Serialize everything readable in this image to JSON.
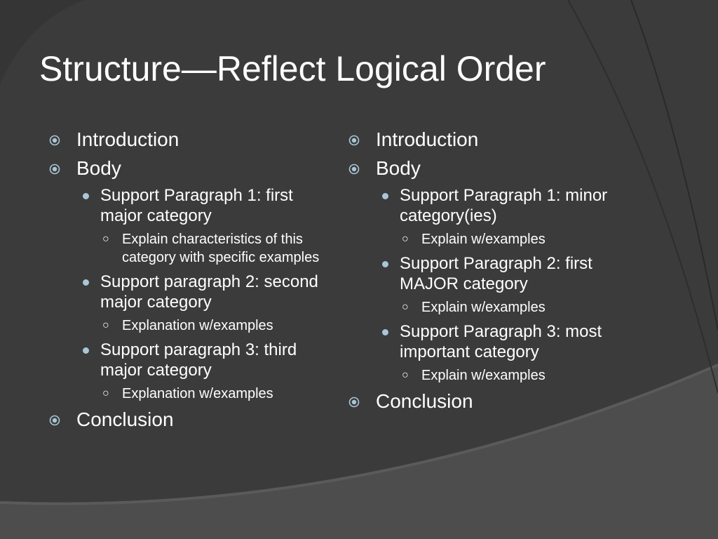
{
  "slide": {
    "title": "Structure—Reflect Logical Order",
    "left": {
      "intro": "Introduction",
      "body": "Body",
      "p1": "Support Paragraph 1: first major category",
      "p1_sub": "Explain characteristics of this category with specific examples",
      "p2": "Support paragraph 2: second major category",
      "p2_sub": "Explanation w/examples",
      "p3": "Support paragraph 3: third major category",
      "p3_sub": "Explanation w/examples",
      "conclusion": "Conclusion"
    },
    "right": {
      "intro": "Introduction",
      "body": "Body",
      "p1": "Support Paragraph 1: minor category(ies)",
      "p1_sub": "Explain w/examples",
      "p2": "Support Paragraph 2: first MAJOR category",
      "p2_sub": "Explain w/examples",
      "p3": "Support Paragraph 3: most important category",
      "p3_sub": "Explain w/examples",
      "conclusion": "Conclusion"
    }
  }
}
